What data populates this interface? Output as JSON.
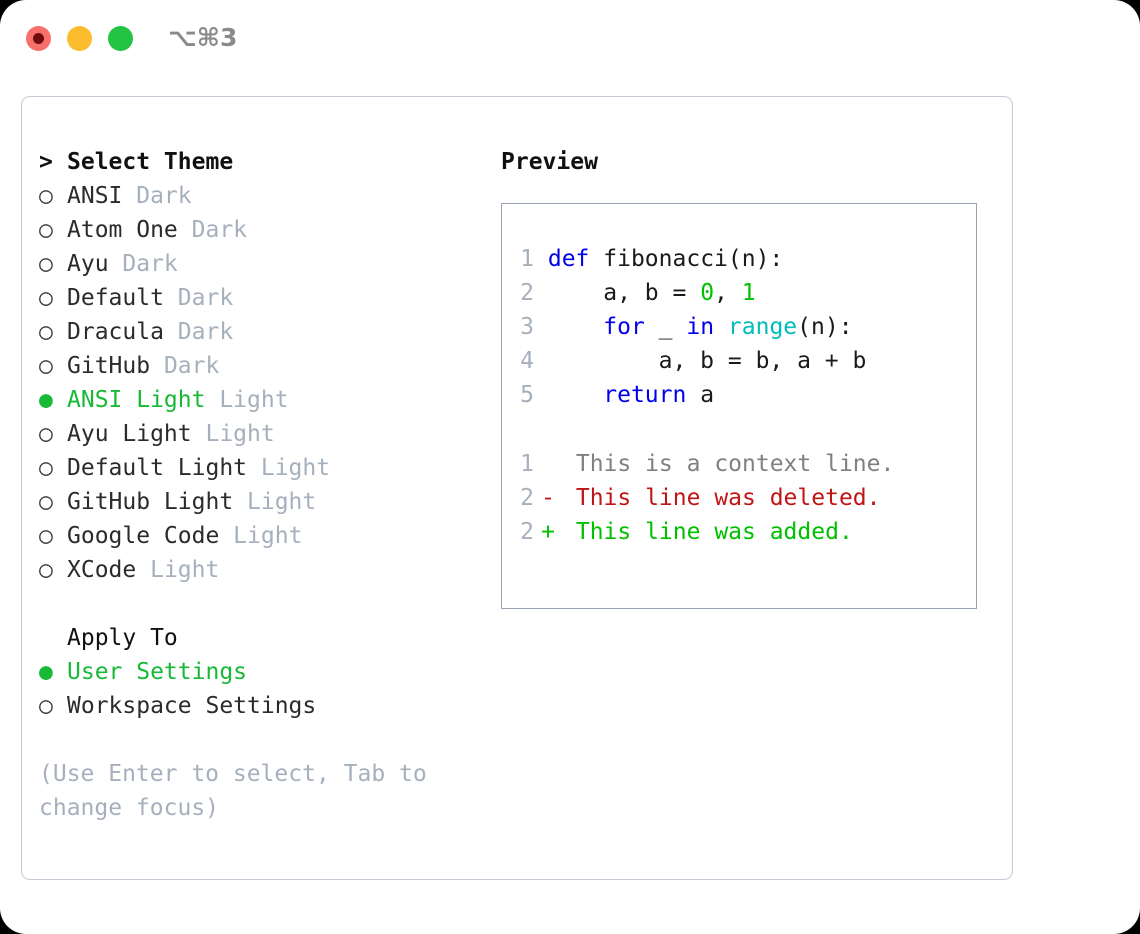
{
  "titlebar": {
    "shortcut": "⌥⌘3",
    "traffic_lights": [
      {
        "name": "close",
        "color": "#f9706a"
      },
      {
        "name": "minimize",
        "color": "#fbbd2e"
      },
      {
        "name": "maximize",
        "color": "#23c343"
      }
    ]
  },
  "theme_picker": {
    "header": "Select Theme",
    "caret": ">",
    "bullet_unselected": "○",
    "bullet_selected": "●",
    "items": [
      {
        "name": "ANSI",
        "kind": "Dark",
        "selected": false
      },
      {
        "name": "Atom One",
        "kind": "Dark",
        "selected": false
      },
      {
        "name": "Ayu",
        "kind": "Dark",
        "selected": false
      },
      {
        "name": "Default",
        "kind": "Dark",
        "selected": false
      },
      {
        "name": "Dracula",
        "kind": "Dark",
        "selected": false
      },
      {
        "name": "GitHub",
        "kind": "Dark",
        "selected": false
      },
      {
        "name": "ANSI Light",
        "kind": "Light",
        "selected": true
      },
      {
        "name": "Ayu Light",
        "kind": "Light",
        "selected": false
      },
      {
        "name": "Default Light",
        "kind": "Light",
        "selected": false
      },
      {
        "name": "GitHub Light",
        "kind": "Light",
        "selected": false
      },
      {
        "name": "Google Code",
        "kind": "Light",
        "selected": false
      },
      {
        "name": "XCode",
        "kind": "Light",
        "selected": false
      }
    ]
  },
  "apply_to": {
    "label": "Apply To",
    "options": [
      {
        "name": "User Settings",
        "selected": true
      },
      {
        "name": "Workspace Settings",
        "selected": false
      }
    ]
  },
  "hint": "(Use Enter to select, Tab to change focus)",
  "preview": {
    "title": "Preview",
    "code_lines": [
      {
        "no": "1",
        "tokens": [
          {
            "t": "def",
            "c": "kw"
          },
          {
            "t": " ",
            "c": "txt"
          },
          {
            "t": "fibonacci(n):",
            "c": "txt"
          }
        ]
      },
      {
        "no": "2",
        "tokens": [
          {
            "t": "    a, b = ",
            "c": "txt"
          },
          {
            "t": "0",
            "c": "num"
          },
          {
            "t": ", ",
            "c": "txt"
          },
          {
            "t": "1",
            "c": "num"
          }
        ]
      },
      {
        "no": "3",
        "tokens": [
          {
            "t": "    ",
            "c": "txt"
          },
          {
            "t": "for",
            "c": "kw"
          },
          {
            "t": " _ ",
            "c": "txt"
          },
          {
            "t": "in",
            "c": "kw"
          },
          {
            "t": " ",
            "c": "txt"
          },
          {
            "t": "range",
            "c": "fn"
          },
          {
            "t": "(n):",
            "c": "txt"
          }
        ]
      },
      {
        "no": "4",
        "tokens": [
          {
            "t": "        a, b = b, a + b",
            "c": "txt"
          }
        ]
      },
      {
        "no": "5",
        "tokens": [
          {
            "t": "    ",
            "c": "txt"
          },
          {
            "t": "return",
            "c": "kw"
          },
          {
            "t": " a",
            "c": "txt"
          }
        ]
      }
    ],
    "diff_lines": [
      {
        "no": "1",
        "marker": " ",
        "text": "This is a context line.",
        "kind": "ctx"
      },
      {
        "no": "2",
        "marker": "-",
        "text": "This line was deleted.",
        "kind": "del"
      },
      {
        "no": "2",
        "marker": "+",
        "text": "This line was added.",
        "kind": "add"
      }
    ]
  },
  "colors": {
    "accent_green": "#17b936",
    "keyword_blue": "#0000ee",
    "function_cyan": "#00bcbc",
    "number_green": "#00c000",
    "diff_delete_red": "#c01515",
    "diff_add_green": "#00c000",
    "muted_gray": "#a6b0bd",
    "border_gray": "#97a3b3"
  }
}
